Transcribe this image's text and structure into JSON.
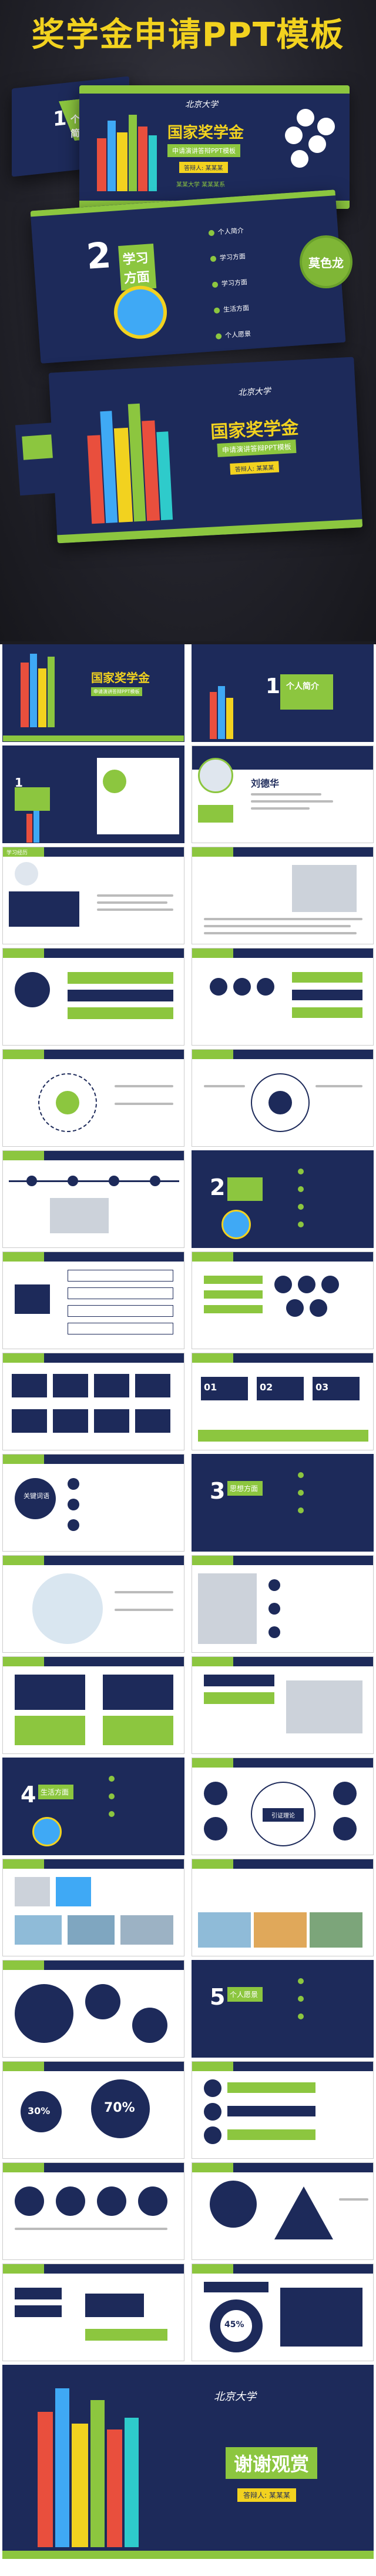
{
  "title": "奖学金申请PPT模板",
  "hero": {
    "main": "国家奖学金",
    "sub": "申请演讲答辩PPT模板",
    "presenter": "答辩人: 某某某",
    "footer": "某某大学  某某某系",
    "university": "北京大学",
    "section1_num": "1",
    "section1_label": "个人简介",
    "section2_num": "2",
    "section2_label": "学习方面",
    "menu": [
      "个人简介",
      "学习方面",
      "学习方面",
      "生活方面",
      "个人愿景"
    ],
    "brand": "莫色龙"
  },
  "slides": {
    "profile_name": "刘德华",
    "profile_title": "个人简历",
    "study_title": "学习经历",
    "honor_title": "荣誉奖项",
    "end_text": "谢谢观赏",
    "percent1": "30%",
    "percent2": "70%",
    "percent3": "45%",
    "steps": [
      "01",
      "02",
      "03"
    ],
    "nums": [
      "3",
      "4",
      "5"
    ],
    "seclabels": [
      "思想方面",
      "生活方面",
      "个人愿景"
    ],
    "keyword": "关键词语",
    "button1": "引证理论"
  },
  "colors": {
    "navy": "#1d2a5a",
    "green": "#8cc63f",
    "gold": "#f2d21f"
  }
}
